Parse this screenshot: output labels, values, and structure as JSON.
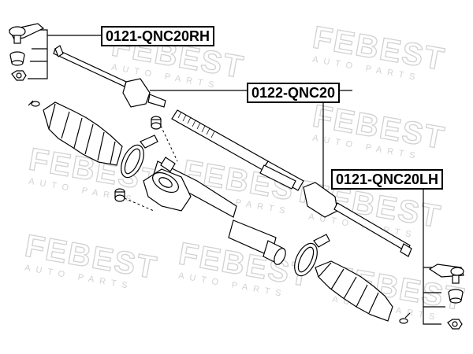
{
  "diagram": {
    "part_labels": {
      "tie_rod_end_right": "0121-QNC20RH",
      "rack_end": "0122-QNC20",
      "tie_rod_end_left": "0121-QNC20LH"
    },
    "watermark": {
      "brand": "FEBEST",
      "tagline": "AUTO PARTS"
    },
    "colors": {
      "line": "#000000",
      "watermark": "#d2d2d2",
      "background": "#ffffff"
    }
  }
}
